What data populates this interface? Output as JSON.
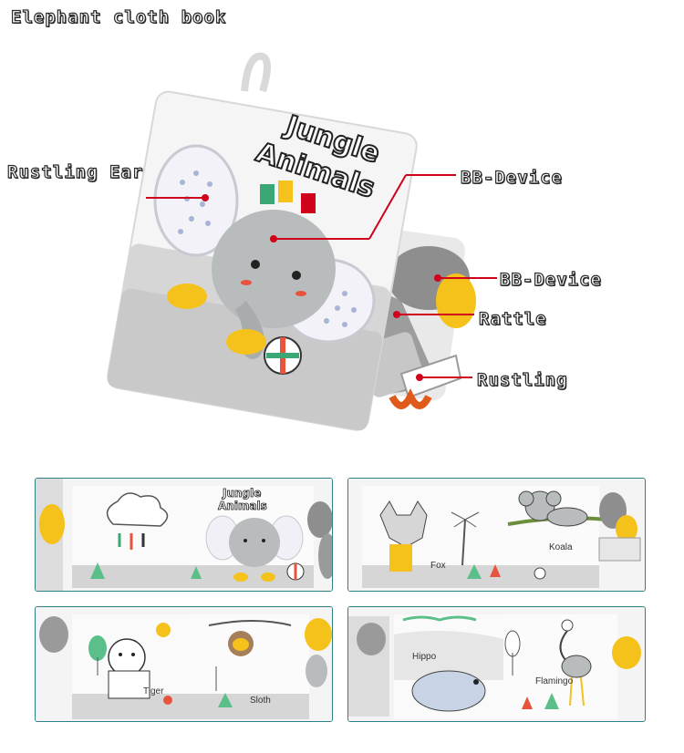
{
  "title": "Elephant cloth book",
  "cover": {
    "line1": "Jungle",
    "line2": "Animals"
  },
  "callouts": [
    {
      "label": "Rustling Ear"
    },
    {
      "label": "BB-Device"
    },
    {
      "label": "BB-Device"
    },
    {
      "label": "Rattle"
    },
    {
      "label": "Rustling"
    }
  ],
  "panels": [
    {
      "heading_line1": "Jungle",
      "heading_line2": "Animals",
      "labels": []
    },
    {
      "labels": [
        "Fox",
        "Koala"
      ]
    },
    {
      "labels": [
        "Tiger",
        "Sloth"
      ]
    },
    {
      "labels": [
        "Hippo",
        "Flamingo"
      ]
    }
  ],
  "colors": {
    "callout_line": "#d0021b",
    "panel_border": "#2f7f86",
    "elephant_gray": "#b9bcbd",
    "yellow": "#f5c21b",
    "green": "#5bbf8a"
  }
}
